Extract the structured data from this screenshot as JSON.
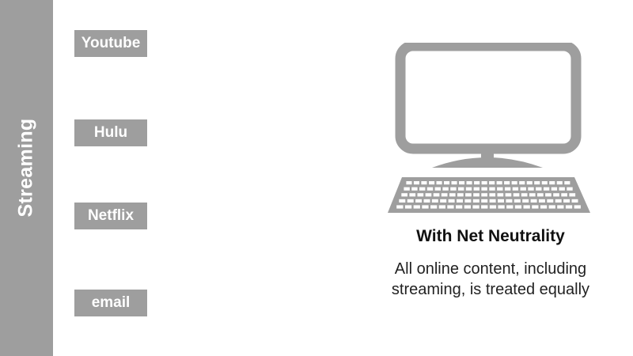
{
  "colors": {
    "accent_gray": "#9e9e9e",
    "text_dark": "#111111",
    "background": "#ffffff"
  },
  "side_label": "Streaming",
  "services": [
    {
      "label": "Youtube"
    },
    {
      "label": "Hulu"
    },
    {
      "label": "Netflix"
    },
    {
      "label": "email"
    }
  ],
  "computer": {
    "icon": "desktop-computer-icon"
  },
  "caption": {
    "title": "With Net Neutrality",
    "line1": "All online content, including",
    "line2": "streaming, is treated equally"
  }
}
